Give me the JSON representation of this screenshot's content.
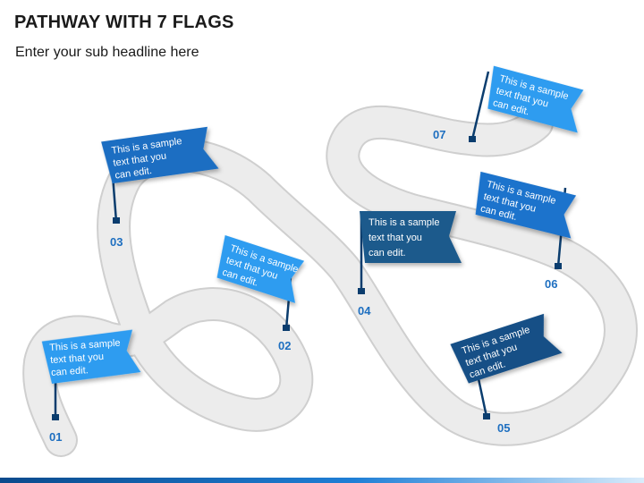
{
  "header": {
    "title": "PATHWAY WITH 7 FLAGS",
    "subtitle": "Enter your sub headline here"
  },
  "colors": {
    "path_fill": "#ececec",
    "path_edge": "#cfcfcf",
    "pole": "#0b3d6e",
    "number_text": "#1e6fc0"
  },
  "flags": [
    {
      "number": "01",
      "line1": "This is a sample",
      "line2": "text that you",
      "line3": "can edit.",
      "color": "#2e9cf0"
    },
    {
      "number": "02",
      "line1": "This is a sample",
      "line2": "text that you",
      "line3": "can edit.",
      "color": "#2e9cf0"
    },
    {
      "number": "03",
      "line1": "This is a sample",
      "line2": "text that you",
      "line3": "can edit.",
      "color": "#1a6ec2"
    },
    {
      "number": "04",
      "line1": "This is a sample",
      "line2": "text that you",
      "line3": "can edit.",
      "color": "#1f5a8c"
    },
    {
      "number": "05",
      "line1": "This is a sample",
      "line2": "text that you",
      "line3": "can edit.",
      "color": "#164f86"
    },
    {
      "number": "06",
      "line1": "This is a sample",
      "line2": "text that you",
      "line3": "can edit.",
      "color": "#1f73cc"
    },
    {
      "number": "07",
      "line1": "This is a sample",
      "line2": "text that you",
      "line3": "can edit.",
      "color": "#2e9cf0"
    }
  ]
}
